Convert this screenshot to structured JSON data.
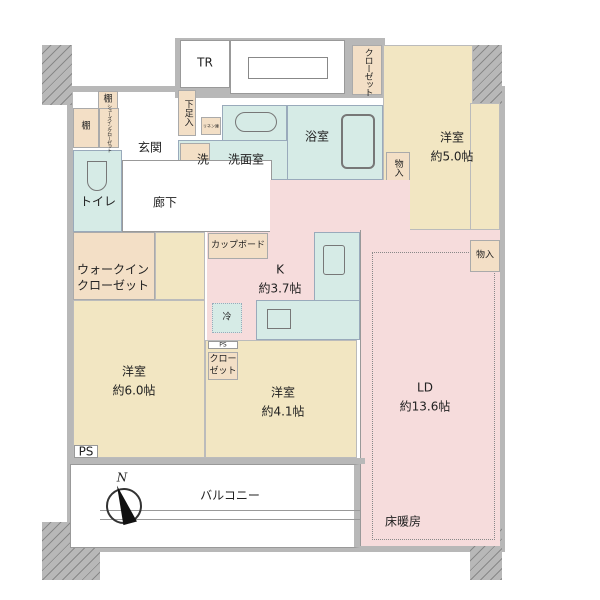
{
  "floorplan": {
    "rooms": {
      "tr": "TR",
      "closet_top": "クローゼット",
      "western_5": {
        "name": "洋室",
        "size": "約5.0帖"
      },
      "storage_1": "物入",
      "storage_2": "物入",
      "bath": "浴室",
      "washroom": "洗面室",
      "washer": "洗",
      "shoe_box": "下足入",
      "linen": "リネン庫",
      "entrance": "玄関",
      "shelf_1": "棚",
      "shelf_2": "棚",
      "shoes_in_closet": "シューズインクローゼット",
      "toilet": "トイレ",
      "corridor": "廊下",
      "cupboard": "カップボード",
      "kitchen": {
        "name": "K",
        "size": "約3.7帖"
      },
      "fridge": "冷",
      "walk_in_closet": {
        "line1": "ウォークイン",
        "line2": "クローゼット"
      },
      "western_6": {
        "name": "洋室",
        "size": "約6.0帖"
      },
      "ps_1": "PS",
      "ps_2": "PS",
      "closet_small": {
        "line1": "クロー",
        "line2": "ゼット"
      },
      "western_4": {
        "name": "洋室",
        "size": "約4.1帖"
      },
      "ld": {
        "name": "LD",
        "size": "約13.6帖"
      },
      "floor_heating": "床暖房",
      "balcony": "バルコニー"
    },
    "compass": "N",
    "colors": {
      "wet_area": "#d6ebe6",
      "bedroom": "#f2e6c2",
      "living": "#f6dcdc",
      "storage": "#f3dfc6",
      "wall": "#b8b8b8"
    }
  }
}
